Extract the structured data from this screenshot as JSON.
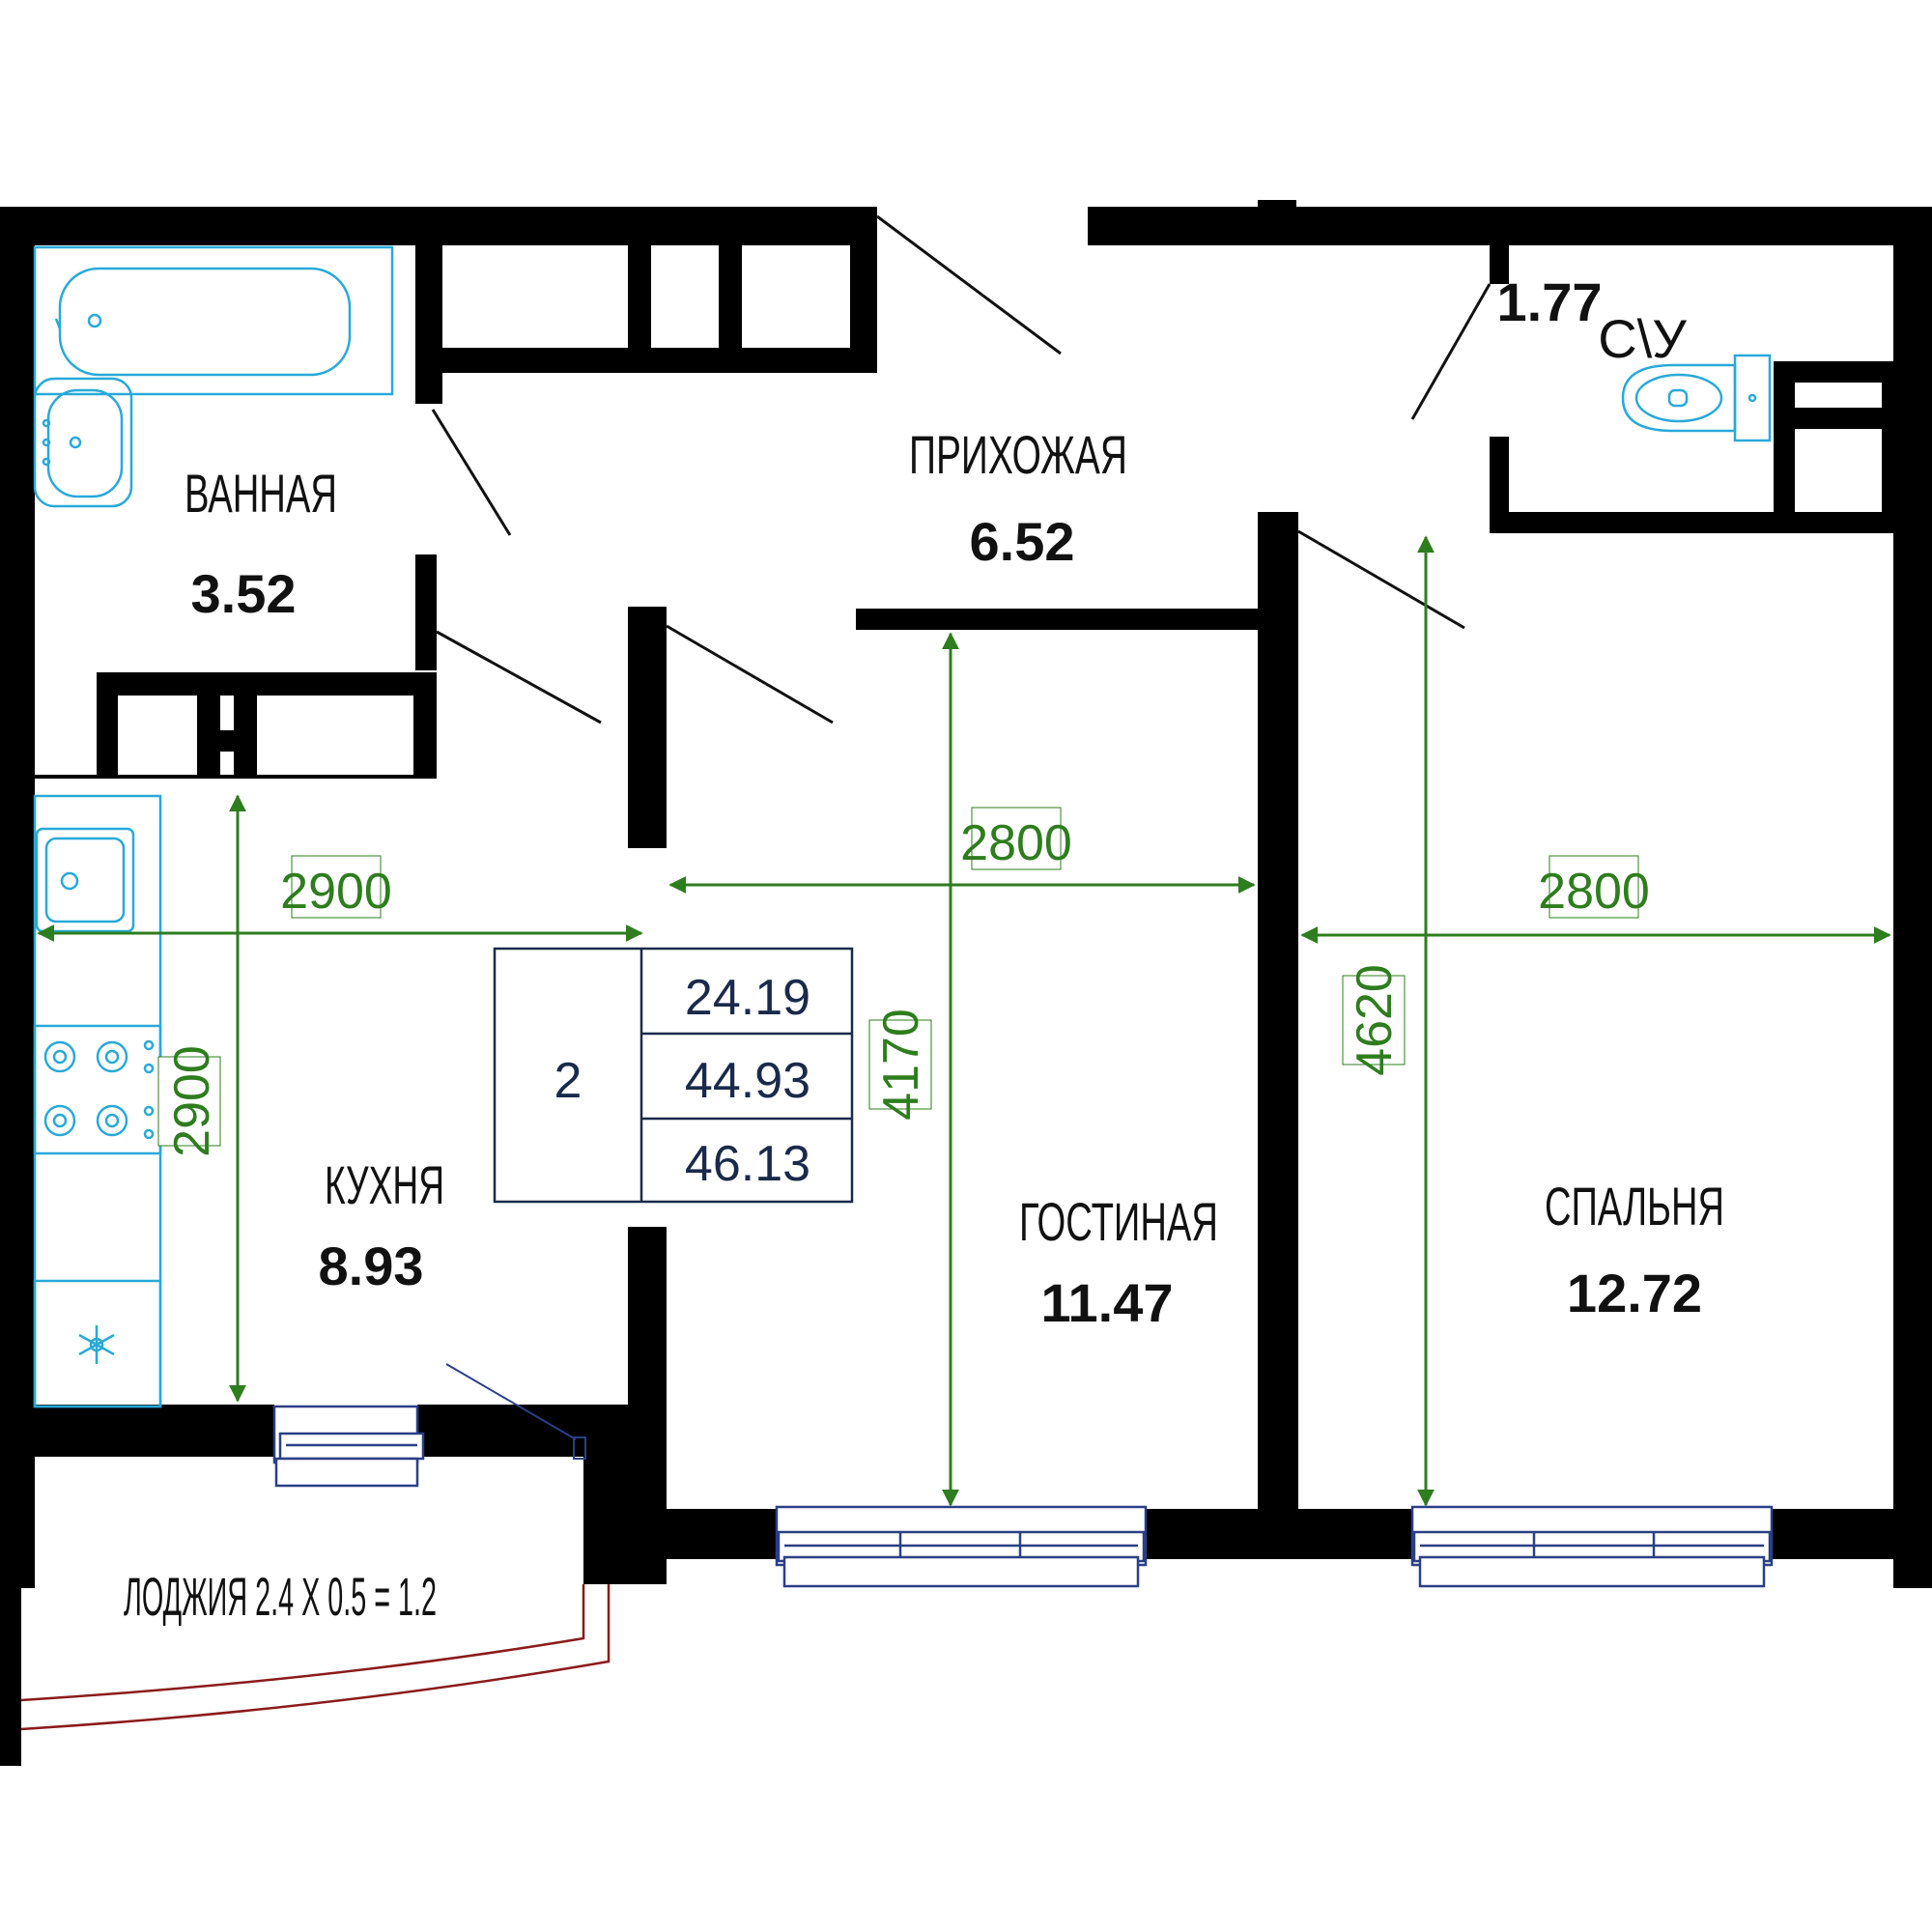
{
  "colors": {
    "wall": "#000000",
    "dimension": "#2e7d1e",
    "fixture": "#29a9d8",
    "window": "#2b3f86",
    "loggia": "#8b1a1a",
    "door": "#111111"
  },
  "rooms": {
    "bathroom": {
      "name": "ВАННАЯ",
      "area": "3.52"
    },
    "hallway": {
      "name": "ПРИХОЖАЯ",
      "area": "6.52"
    },
    "wc": {
      "name": "С\\У",
      "area": "1.77"
    },
    "kitchen": {
      "name": "КУХНЯ",
      "area": "8.93"
    },
    "living": {
      "name": "ГОСТИНАЯ",
      "area": "11.47"
    },
    "bedroom": {
      "name": "СПАЛЬНЯ",
      "area": "12.72"
    },
    "loggia": {
      "label": "ЛОДЖИЯ 2.4 Х 0.5 = 1.2"
    }
  },
  "summary": {
    "rooms_count": "2",
    "living_area": "24.19",
    "total_area": "44.93",
    "total_with_loggia": "46.13"
  },
  "dimensions": {
    "kitchen_width": "2900",
    "kitchen_length": "2900",
    "living_width": "2800",
    "living_length": "4170",
    "bedroom_width": "2800",
    "bedroom_length": "4620"
  },
  "icons": {
    "bathtub": "bathtub-icon",
    "washbasin": "washbasin-icon",
    "toilet": "toilet-icon",
    "kitchen_sink": "kitchen-sink-icon",
    "stove": "stove-icon",
    "fridge": "snowflake-icon"
  }
}
